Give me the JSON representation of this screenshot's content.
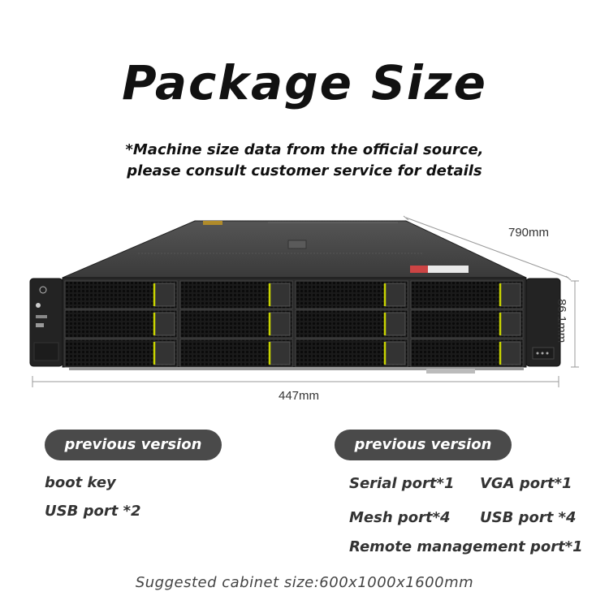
{
  "title": "Package Size",
  "subtitle": {
    "line1": "*Machine size data from the official source,",
    "line2": "please consult customer service for details"
  },
  "dimensions": {
    "depth": "790mm",
    "height": "86.1mm",
    "width": "447mm"
  },
  "left_panel": {
    "label": "previous version",
    "items": [
      "boot key",
      "USB port *2"
    ]
  },
  "right_panel": {
    "label": "previous version",
    "items": [
      "Serial port*1",
      "VGA port*1",
      "Mesh port*4",
      "USB port *4",
      "Remote management port*1"
    ]
  },
  "footer": "Suggested cabinet size:600x1000x1600mm",
  "colors": {
    "pill_background": "#4a4a4a",
    "drive_accent": "#c8d400",
    "server_body": "#2b2b2b"
  }
}
